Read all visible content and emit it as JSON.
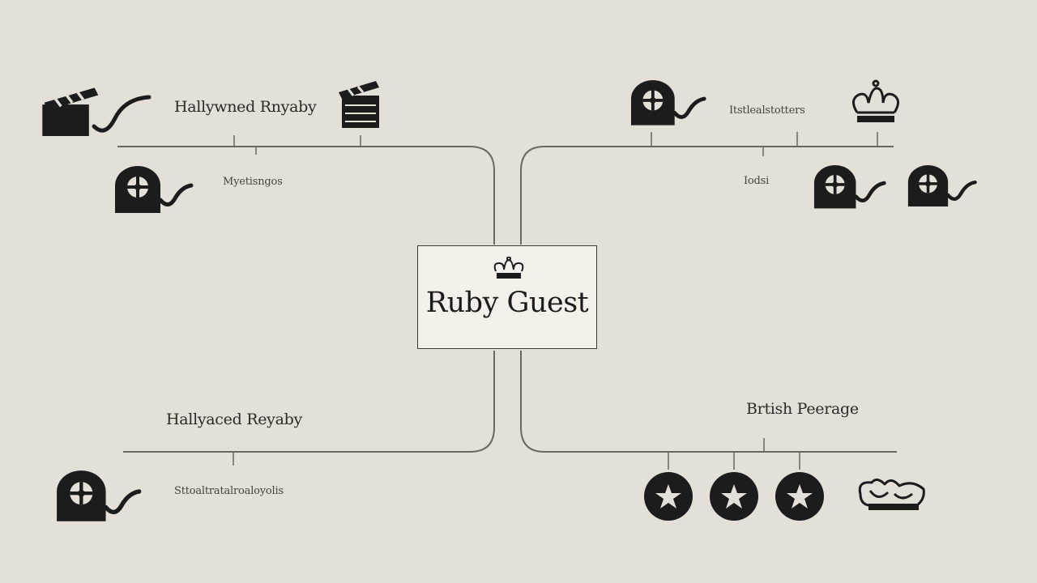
{
  "center": {
    "title": "Ruby Guest",
    "icon": "crown-icon"
  },
  "branches": {
    "top_left": {
      "title": "Hallywned Rnyaby",
      "sub": "Myetisngos",
      "icons": [
        "clapperboard-film-icon",
        "clapperboard-icon",
        "film-reel-icon"
      ]
    },
    "top_right": {
      "title": "Itstlealstotters",
      "sub": "Iodsi",
      "icons": [
        "film-reel-icon",
        "crown-icon",
        "film-reel-icon",
        "film-reel-icon"
      ]
    },
    "bottom_left": {
      "title": "Hallyaced Reyaby",
      "sub": "Sttoaltratalroaloyolis",
      "icons": [
        "film-reel-icon"
      ]
    },
    "bottom_right": {
      "title": "Brtish Peerage",
      "icons": [
        "star-badge-icon",
        "star-badge-icon",
        "star-badge-icon",
        "crown-sketch-icon"
      ]
    }
  },
  "colors": {
    "background": "#e4e0d7",
    "card": "#f3f1ea",
    "ink": "#1c1c1c",
    "line": "#6a6761"
  }
}
